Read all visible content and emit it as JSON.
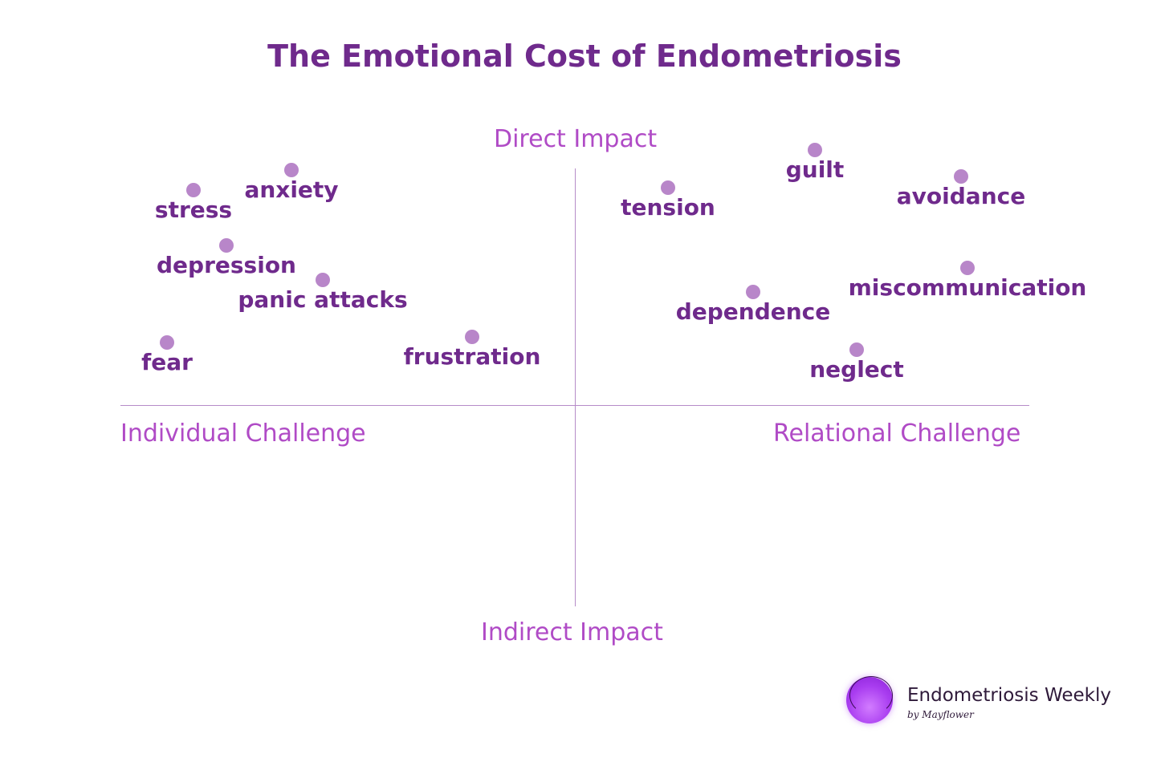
{
  "title": "The Emotional Cost of Endometriosis",
  "axes": {
    "top": "Direct Impact",
    "bottom": "Indirect Impact",
    "left": "Individual Challenge",
    "right": "Relational Challenge"
  },
  "items": {
    "stress": "stress",
    "anxiety": "anxiety",
    "depression": "depression",
    "panic_attacks": "panic attacks",
    "fear": "fear",
    "frustration": "frustration",
    "tension": "tension",
    "guilt": "guilt",
    "avoidance": "avoidance",
    "dependence": "dependence",
    "miscommunication": "miscommunication",
    "neglect": "neglect"
  },
  "logo": {
    "name": "Endometriosis Weekly",
    "byline": "by Mayflower"
  },
  "colors": {
    "title": "#6f2a8c",
    "axis_label": "#b04bc6",
    "dot": "#b886c9",
    "line": "#b68cc8"
  }
}
